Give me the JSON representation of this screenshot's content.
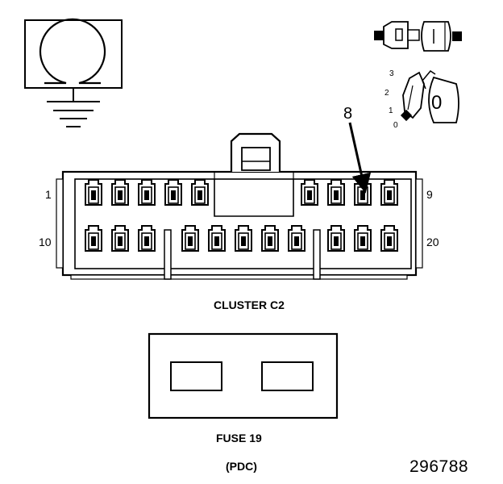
{
  "symbols": {
    "ohmmeter": {
      "icon": "ohm-ground-icon"
    },
    "disconnect": {
      "icon": "connector-disconnect-icon"
    },
    "ignition": {
      "icon": "ignition-key-icon",
      "key_label": "0",
      "positions": [
        "3",
        "2",
        "1",
        "0"
      ]
    }
  },
  "connector": {
    "name": "CLUSTER C2",
    "pin_labels": {
      "top_left": "1",
      "top_right": "9",
      "bottom_left": "10",
      "bottom_right": "20"
    },
    "callout": "8",
    "top_row_cavities": 9,
    "bottom_row_cavities": 11
  },
  "fuse": {
    "name": "FUSE 19",
    "location": "(PDC)"
  },
  "figure_id": "296788"
}
